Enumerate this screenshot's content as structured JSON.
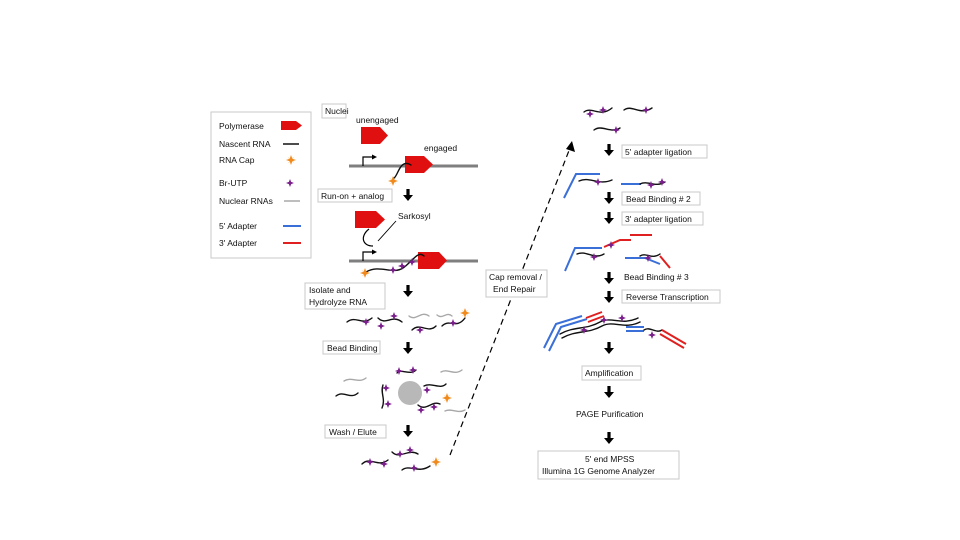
{
  "legend": {
    "items": [
      {
        "label": "Polymerase",
        "symbol": "polymerase"
      },
      {
        "label": "Nascent RNA",
        "symbol": "black-line"
      },
      {
        "label": "RNA Cap",
        "symbol": "orange-star"
      },
      {
        "label": "Br-UTP",
        "symbol": "purple-star"
      },
      {
        "label": "Nuclear RNAs",
        "symbol": "grey-line"
      },
      {
        "label": "5' Adapter",
        "symbol": "blue-line"
      },
      {
        "label": "3' Adapter",
        "symbol": "red-line"
      }
    ]
  },
  "left": {
    "nuclei": "Nuclei",
    "unengaged": "unengaged",
    "engaged": "engaged",
    "run_on": "Run-on + analog",
    "sarkosyl": "Sarkosyl",
    "isolate_1": "Isolate and",
    "isolate_2": "Hydrolyze  RNA",
    "bead_binding": "Bead Binding",
    "wash": "Wash / Elute"
  },
  "middle": {
    "cap_1": "Cap removal /",
    "cap_2": "End Repair"
  },
  "right": {
    "adapter5": "5' adapter ligation",
    "bead2": "Bead Binding # 2",
    "adapter3": "3' adapter ligation",
    "bead3": "Bead Binding # 3",
    "rt": "Reverse Transcription",
    "amp": "Amplification",
    "page": "PAGE Purification",
    "final_1": "5' end MPSS",
    "final_2": "Illumina  1G Genome Analyzer"
  },
  "colors": {
    "polymerase": "#e01010",
    "nascent_rna": "#111111",
    "cap": "#f08a1c",
    "brutp": "#7a1e8c",
    "nuclear_rna": "#a8a8a8",
    "adapter5": "#3a6fd8",
    "adapter3": "#e02020",
    "bead": "#b8b8b8"
  }
}
